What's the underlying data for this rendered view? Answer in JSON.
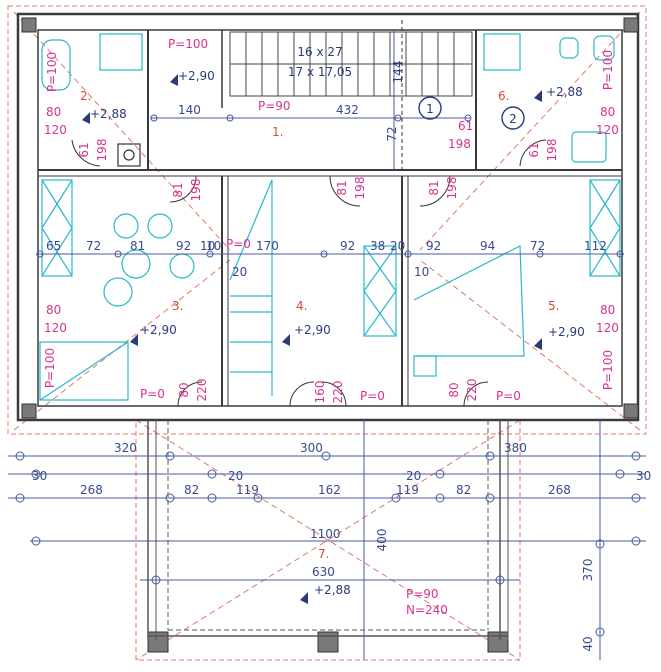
{
  "stair": {
    "line1": "16 x 27",
    "line2": "17 x 17,05",
    "side": "144"
  },
  "circles": [
    "1",
    "2"
  ],
  "rooms": [
    {
      "id": "r1",
      "number": "1.",
      "p": "P=90",
      "level": ""
    },
    {
      "id": "r2",
      "number": "2.",
      "p": "P=100",
      "level": "+2,88"
    },
    {
      "id": "r3",
      "number": "3.",
      "p": "P=100",
      "level": "+2,90"
    },
    {
      "id": "r4",
      "number": "4.",
      "p": "P=0",
      "level": "+2,90"
    },
    {
      "id": "r5",
      "number": "5.",
      "p": "P=100",
      "level": "+2,90"
    },
    {
      "id": "r6",
      "number": "6.",
      "p": "P=100",
      "level": "+2,88"
    },
    {
      "id": "r7",
      "number": "7.",
      "p": "P=90",
      "n": "N=240",
      "level": "+2,88"
    }
  ],
  "labels": {
    "p100_top": "P=100",
    "lvl_top": "+2,90",
    "dim_140": "140",
    "dim_432": "432",
    "dim_72a": "72",
    "p0_a": "P=0",
    "p0_b": "P=0",
    "p0_c": "P=0",
    "lbl_10a": "10",
    "lbl_10b": "10",
    "lbl_20": "20",
    "total_1100": "1100",
    "dim_630": "630",
    "dim_400": "400",
    "dim_370": "370",
    "dim_40": "40"
  },
  "windows": [
    {
      "w": "80",
      "h": "120"
    },
    {
      "w": "80",
      "h": "120"
    },
    {
      "w": "80",
      "h": "120"
    },
    {
      "w": "80",
      "h": "120"
    }
  ],
  "doors": [
    {
      "w": "61",
      "h": "198"
    },
    {
      "w": "81",
      "h": "198"
    },
    {
      "w": "81",
      "h": "198"
    },
    {
      "w": "81",
      "h": "198"
    },
    {
      "w": "61",
      "h": "198"
    },
    {
      "w": "61",
      "h": "198"
    },
    {
      "w": "80",
      "h": "220"
    },
    {
      "w": "160",
      "h": "220"
    },
    {
      "w": "80",
      "h": "220"
    }
  ],
  "interior_dims": [
    "65",
    "72",
    "81",
    "92",
    "10",
    "170",
    "92",
    "38",
    "20",
    "92",
    "94",
    "72",
    "112"
  ],
  "outer_dims": {
    "row1": [
      "320",
      "300",
      "380"
    ],
    "row2": [
      "30",
      "20",
      "20",
      "30"
    ],
    "row3": [
      "268",
      "82",
      "119",
      "162",
      "119",
      "82",
      "268"
    ]
  }
}
